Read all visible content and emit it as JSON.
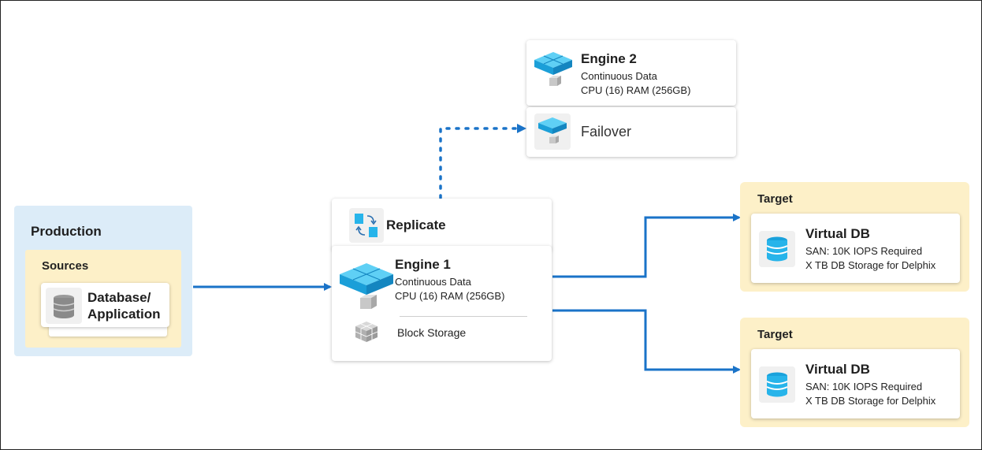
{
  "production": {
    "title": "Production",
    "sources_title": "Sources",
    "source_label_line1": "Database/",
    "source_label_line2": "Application"
  },
  "replicate": {
    "label": "Replicate"
  },
  "engine1": {
    "title": "Engine 1",
    "line1": "Continuous Data",
    "line2": "CPU (16) RAM (256GB)",
    "storage_label": "Block Storage"
  },
  "engine2": {
    "title": "Engine 2",
    "line1": "Continuous Data",
    "line2": "CPU (16) RAM (256GB)",
    "failover_label": "Failover"
  },
  "targets": [
    {
      "title": "Target",
      "db_title": "Virtual DB",
      "line1": "SAN: 10K IOPS Required",
      "line2": "X TB DB Storage for Delphix"
    },
    {
      "title": "Target",
      "db_title": "Virtual DB",
      "line1": "SAN: 10K IOPS Required",
      "line2": "X TB DB Storage for Delphix"
    }
  ],
  "colors": {
    "arrow": "#1a73c8",
    "production_bg": "#dcecf8",
    "sources_bg": "#fdf0c8",
    "target_bg": "#fdf0c8",
    "engine_cyan": "#27b4ea"
  }
}
